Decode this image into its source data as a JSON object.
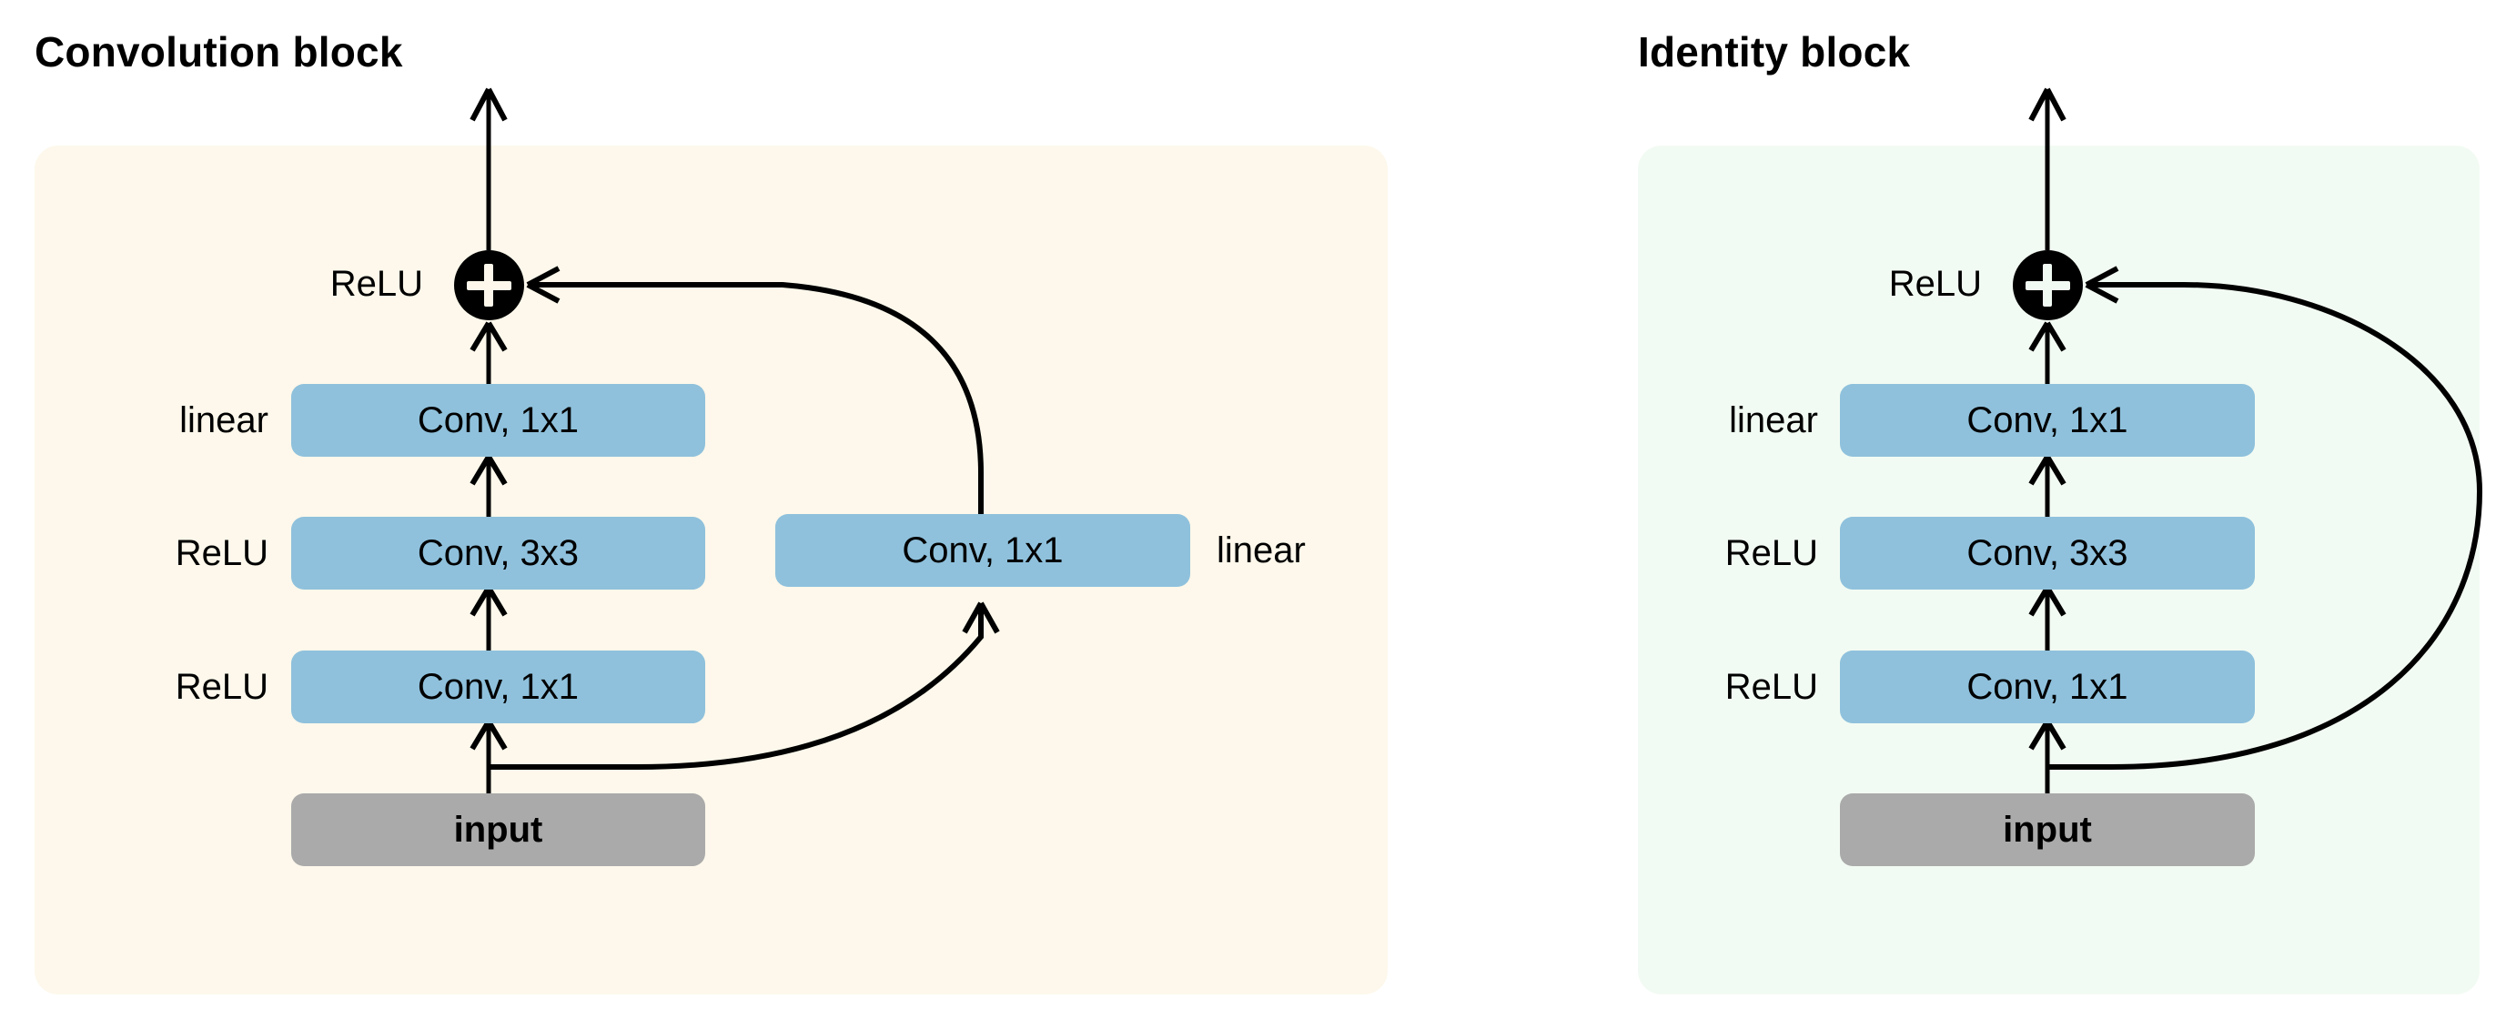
{
  "diagram": {
    "type": "residual-block-architecture-diagram",
    "panels": [
      {
        "id": "convolution-block",
        "title": "Convolution block",
        "background_color": "#fdf8eb",
        "main_path": [
          {
            "label": "input",
            "kind": "input",
            "fill": "#aaaaaa",
            "side_label": ""
          },
          {
            "label": "Conv, 1x1",
            "kind": "conv",
            "fill": "#8fc1dc",
            "side_label": "ReLU"
          },
          {
            "label": "Conv, 3x3",
            "kind": "conv",
            "fill": "#8fc1dc",
            "side_label": "ReLU"
          },
          {
            "label": "Conv, 1x1",
            "kind": "conv",
            "fill": "#8fc1dc",
            "side_label": "linear"
          }
        ],
        "shortcut_path": [
          {
            "label": "Conv, 1x1",
            "kind": "conv",
            "fill": "#8fc1dc",
            "side_label": "linear"
          }
        ],
        "merge_node": {
          "symbol": "+",
          "activation_label": "ReLU",
          "fill": "#000000"
        }
      },
      {
        "id": "identity-block",
        "title": "Identity block",
        "background_color": "#f2fbf3",
        "main_path": [
          {
            "label": "input",
            "kind": "input",
            "fill": "#aaaaaa",
            "side_label": ""
          },
          {
            "label": "Conv, 1x1",
            "kind": "conv",
            "fill": "#8fc1dc",
            "side_label": "ReLU"
          },
          {
            "label": "Conv, 3x3",
            "kind": "conv",
            "fill": "#8fc1dc",
            "side_label": "ReLU"
          },
          {
            "label": "Conv, 1x1",
            "kind": "conv",
            "fill": "#8fc1dc",
            "side_label": "linear"
          }
        ],
        "shortcut_path": [],
        "merge_node": {
          "symbol": "+",
          "activation_label": "ReLU",
          "fill": "#000000"
        }
      }
    ],
    "colors": {
      "conv_fill": "#8fc1dc",
      "input_fill": "#aaaaaa",
      "edge": "#000000",
      "text": "#000000",
      "conv_panel_bg": "#fdf8eb",
      "identity_panel_bg": "#f2fbf3",
      "page_bg": "#ffffff"
    }
  },
  "conv_block": {
    "title": "Convolution block",
    "relu_merge_label": "ReLU",
    "plus_symbol": "+",
    "label_linear_top": "linear",
    "label_relu_mid": "ReLU",
    "label_relu_bottom": "ReLU",
    "box_conv1x1_top": "Conv, 1x1",
    "box_conv3x3": "Conv, 3x3",
    "box_conv1x1_bottom": "Conv, 1x1",
    "box_input": "input",
    "shortcut_box": "Conv, 1x1",
    "shortcut_label": "linear"
  },
  "identity_block": {
    "title": "Identity block",
    "relu_merge_label": "ReLU",
    "plus_symbol": "+",
    "label_linear_top": "linear",
    "label_relu_mid": "ReLU",
    "label_relu_bottom": "ReLU",
    "box_conv1x1_top": "Conv, 1x1",
    "box_conv3x3": "Conv, 3x3",
    "box_conv1x1_bottom": "Conv, 1x1",
    "box_input": "input"
  },
  "icons": {
    "plus": "plus-icon",
    "arrow_up": "arrow-up-icon",
    "skip_curve": "curved-arrow-icon"
  }
}
